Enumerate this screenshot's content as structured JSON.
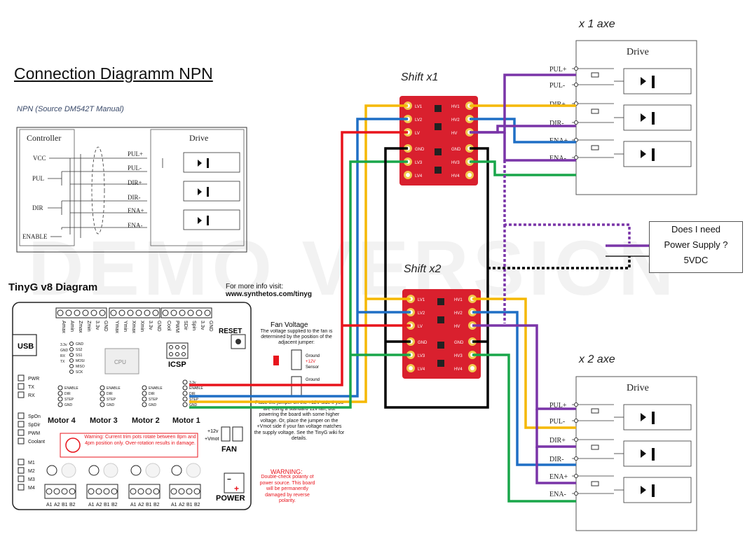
{
  "title": "Connection Diagramm NPN",
  "subtitle": "NPN  (Source DM542T Manual)",
  "watermark": "DEMO VERSION",
  "shift1_label": "Shift x1",
  "shift2_label": "Shift x2",
  "axe1_label": "x 1 axe",
  "axe2_label": "x 2 axe",
  "question": {
    "line1": "Does I need",
    "line2": "Power Supply ?",
    "line3": "5VDC"
  },
  "manual": {
    "controller": "Controller",
    "drive": "Drive",
    "vcc": "VCC",
    "pul": "PUL",
    "dir": "DIR",
    "enable": "ENABLE",
    "terminals": [
      "PUL+",
      "PUL-",
      "DIR+",
      "DIR-",
      "ENA+",
      "ENA-"
    ]
  },
  "drive_block": {
    "title": "Drive",
    "terminals": [
      "PUL+",
      "PUL-",
      "DIR+",
      "DIR-",
      "ENA+",
      "ENA-"
    ]
  },
  "shift_board": {
    "left_pins": [
      "LV1",
      "LV2",
      "LV",
      "GND",
      "LV3",
      "LV4"
    ],
    "right_pins": [
      "HV1",
      "HV2",
      "HV",
      "GND",
      "HV3",
      "HV4"
    ]
  },
  "tinyg": {
    "title": "TinyG v8 Diagram",
    "info_line1": "For more info visit:",
    "info_line2": "www.synthetos.com/tinyg",
    "usb": "USB",
    "reset": "RESET",
    "icsp": "ICSP",
    "cpu": "CPU",
    "fan": "FAN",
    "power": "POWER",
    "motors": [
      "Motor 4",
      "Motor 3",
      "Motor 2",
      "Motor 1"
    ],
    "motor_pins": [
      "ENABLE",
      "DIR",
      "STEP",
      "GND"
    ],
    "motor1_pins": [
      "3.3v",
      "ENABLE",
      "DIR",
      "STEP",
      "GND"
    ],
    "header_left": [
      "Amax",
      "Amin",
      "Zmax",
      "Zmin",
      "3.3v",
      "GND"
    ],
    "header_mid": [
      "Ymax",
      "Ymin",
      "Xmax",
      "Xmin",
      "3.3v",
      "GND"
    ],
    "header_right": [
      "Cool",
      "PWM",
      "SDir",
      "Spin",
      "3.3v",
      "GND"
    ],
    "spi_left": [
      "3.3v",
      "GND",
      "RX",
      "TX"
    ],
    "spi_right": [
      "GND",
      "SS2",
      "SS1",
      "MOSI",
      "MISO",
      "SCK"
    ],
    "leds_top": [
      "PWR",
      "TX",
      "RX"
    ],
    "leds_mid": [
      "SpOn",
      "SpDir",
      "PWM",
      "Coolant"
    ],
    "leds_bottom": [
      "M1",
      "M2",
      "M3",
      "M4"
    ],
    "motor_terminals": [
      "A1",
      "A2",
      "B1",
      "B2"
    ],
    "fan_jumper": [
      "+12v",
      "+Vmot"
    ],
    "warning1": "Warning: Current trim pots rotate between 8pm and 4pm position only. Over-rotation results in damage.",
    "fan_voltage_title": "Fan Voltage",
    "fan_voltage_text": "The voltage supplied to the fan is determined by the position of the adjacent jumper:",
    "jumper_labels": [
      "Ground",
      "+12V",
      "Sensor"
    ],
    "fan_text2": "Place the jumper on the +12V side if you are using a standard 12v fan, but powering the board with some higher voltage. Or, place the jumper on the +Vmot side if your fan voltage matches the supply voltage. See the TinyG wiki for details.",
    "warning2_title": "WARNING:",
    "warning2_text": "Double-check polarity of power source. This board will be permanently damaged by reverse polarity."
  },
  "colors": {
    "yellow": "#f5b800",
    "blue": "#1f6fc5",
    "red": "#e8141c",
    "black": "#000000",
    "green": "#19a64a",
    "purple": "#7a35a8",
    "board": "#d9202e"
  }
}
